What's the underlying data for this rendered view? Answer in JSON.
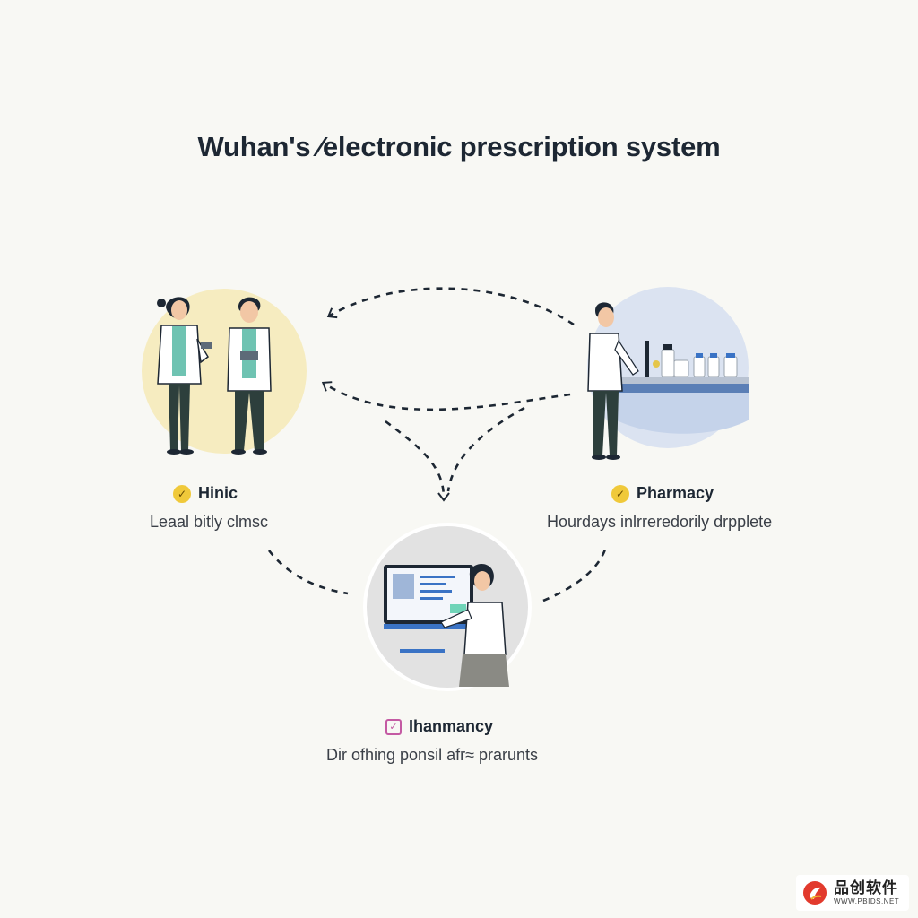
{
  "title": "Wuhan's ⁄electronic prescription system",
  "nodes": {
    "clinic": {
      "title": "Hinic",
      "description": "Leaal bitly clmsc",
      "badge_color": "#f0c93a"
    },
    "pharmacy": {
      "title": "Pharmacy",
      "description": "Hourdays inlrreredorily drpplete",
      "badge_color": "#f0c93a"
    },
    "platform": {
      "title": "Ihanmancy",
      "description": "Dir ofhing ponsil afr≈ prarunts",
      "badge_color": "#c45aa3"
    }
  },
  "watermark": {
    "cn": "品创软件",
    "en": "WWW.PBIDS.NET"
  },
  "icons": [
    "doctors-illustration",
    "pharmacist-illustration",
    "computer-user-illustration",
    "arrow-icon",
    "check-icon",
    "prescription-icon",
    "logo-icon"
  ]
}
